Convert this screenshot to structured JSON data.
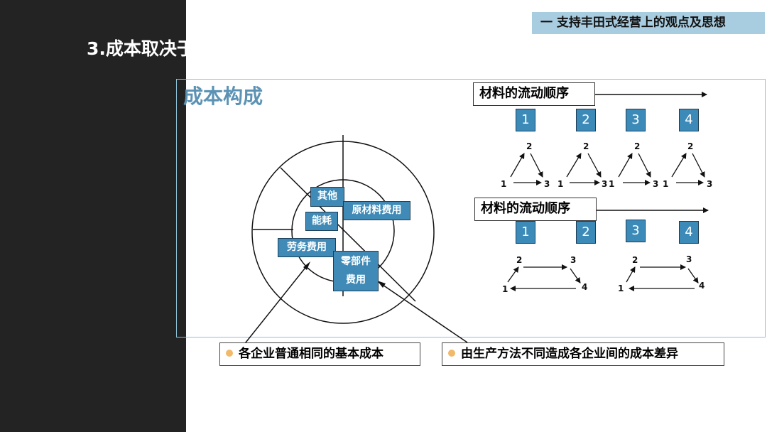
{
  "header": {
    "tag": "一 支持丰田式经营上的观点及思想"
  },
  "slide": {
    "title_main": "3.成本取决",
    "title_rest": "于生产方法"
  },
  "section": {
    "heading": "成本构成"
  },
  "cost_circle": {
    "segments": {
      "other": "其他",
      "raw_material": "原材料费用",
      "energy": "能耗",
      "labor": "劳务费用",
      "parts_line1": "零部件",
      "parts_line2": "费用"
    }
  },
  "flows": [
    {
      "title": "材料的流动顺序",
      "steps": [
        "1",
        "2",
        "3",
        "4"
      ],
      "nodes": [
        {
          "a": "1",
          "b": "2",
          "c": "3"
        },
        {
          "a": "1",
          "b": "2",
          "c": "3"
        },
        {
          "a": "1",
          "b": "2",
          "c": "3"
        },
        {
          "a": "1",
          "b": "2",
          "c": "3"
        }
      ]
    },
    {
      "title": "材料的流动顺序",
      "steps": [
        "1",
        "2",
        "3",
        "4"
      ],
      "nodes": [
        {
          "a": "1",
          "b": "2",
          "c": "3",
          "d": "4"
        },
        {
          "a": "1",
          "b": "2",
          "c": "3",
          "d": "4"
        }
      ]
    }
  ],
  "callouts": {
    "left": "各企业普通相同的基本成本",
    "right": "由生产方法不同造成各企业间的成本差异"
  },
  "colors": {
    "dark_panel": "#232323",
    "header_bg": "#a9cde0",
    "accent_blue": "#3f8ab6",
    "heading_blue": "#5c93b5",
    "bullet_orange": "#f1b969"
  }
}
